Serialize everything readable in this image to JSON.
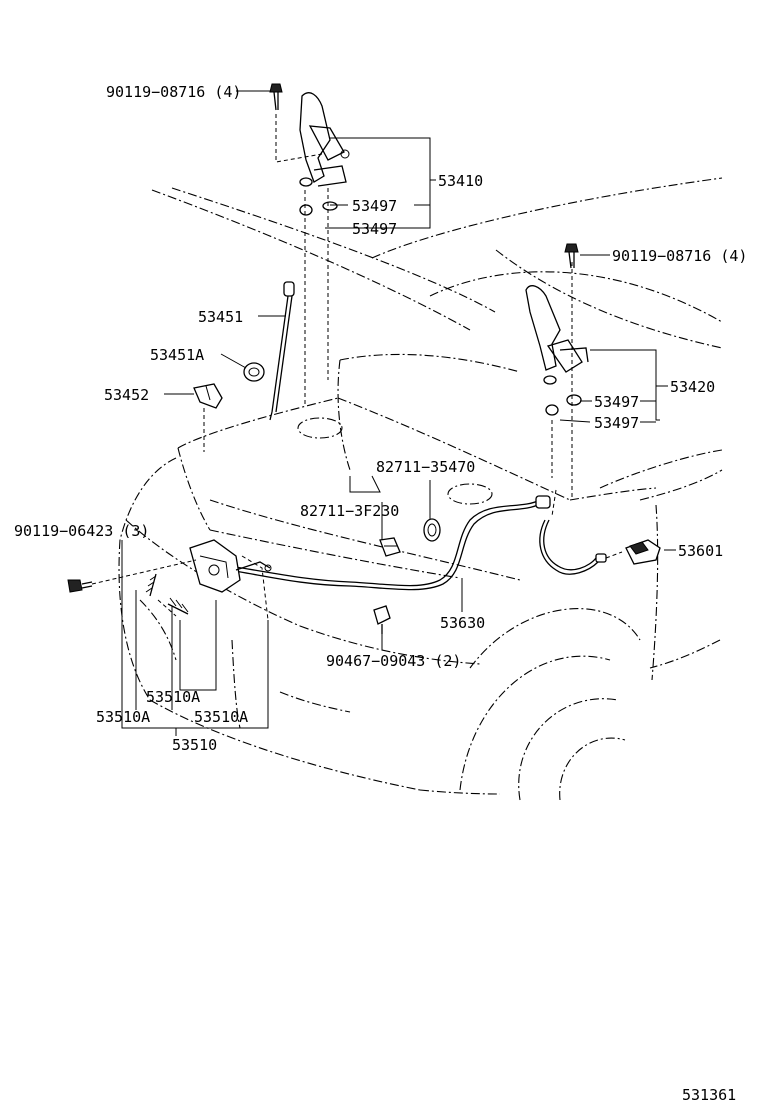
{
  "diagram": {
    "labels": {
      "bolt_hood_hinge_left": "90119−08716 (4)",
      "bolt_hood_hinge_right": "90119−08716 (4)",
      "hinge_left": "53410",
      "hinge_right": "53420",
      "washer_l1": "53497",
      "washer_l2": "53497",
      "washer_r1": "53497",
      "washer_r2": "53497",
      "hood_support_rod": "53451",
      "rod_grommet": "53451A",
      "rod_holder": "53452",
      "cable_clamp_a": "82711−35470",
      "cable_clamp_b": "82711−3F230",
      "bolt_lock": "90119−06423 (3)",
      "release_cable": "53630",
      "release_lever": "53601",
      "clip": "90467−09043 (2)",
      "lock_part_a_upper": "53510A",
      "lock_part_a_left": "53510A",
      "lock_part_a_right": "53510A",
      "hood_lock": "53510",
      "figure_number": "531361"
    }
  }
}
